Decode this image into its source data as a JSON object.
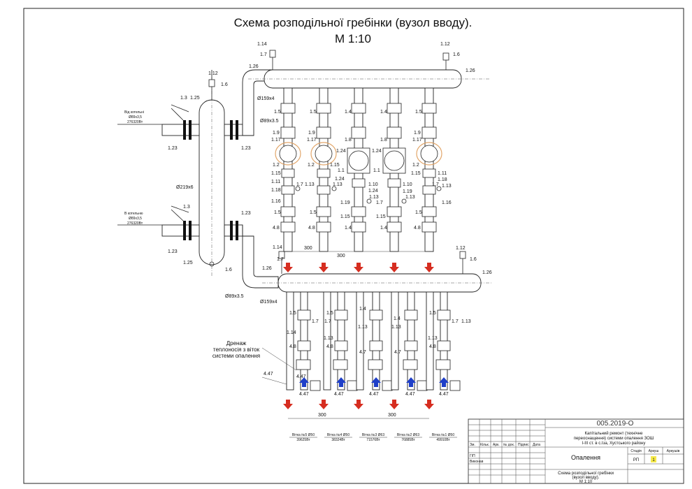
{
  "title": {
    "line1": "Схема розподільної гребінки (вузол вводу).",
    "line2": "М 1:10"
  },
  "labels": {
    "d159_top": "Ø159x4",
    "d159_bottom": "Ø159x4",
    "d219": "Ø219x6",
    "d89_top": "Ø89x3.5",
    "d89_bottom": "Ø89x3.5",
    "boiler_in_1": "Від котельні",
    "boiler_in_2": "Ø89x3,5",
    "boiler_in_3": "276320Вт",
    "boiler_out_1": "В котельню",
    "boiler_out_2": "Ø89x3,5",
    "boiler_out_3": "276320Вт",
    "drain_1": "Дренаж",
    "drain_2": "теплоносія з віток",
    "drain_3": "системи опалення",
    "dim_300": "300",
    "tag_114": "1.14",
    "tag_17": "1.7",
    "tag_112": "1.12",
    "tag_16": "1.6",
    "tag_126": "1.26",
    "tag_13": "1.3",
    "tag_125": "1.25",
    "tag_123": "1.23",
    "tag_15": "1.5",
    "tag_14": "1.4",
    "tag_19": "1.9",
    "tag_117": "1.17",
    "tag_18": "1.8",
    "tag_124": "1.24",
    "tag_12": "1.2",
    "tag_11": "1.1",
    "tag_115": "1.15",
    "tag_111": "1.11",
    "tag_118": "1.18",
    "tag_113": "1.13",
    "tag_110": "1.10",
    "tag_116": "1.16",
    "tag_119": "1.19",
    "tag_48": "4.8",
    "tag_47": "4.7",
    "tag_447": "4.47",
    "tag_15b": "1.5"
  },
  "branches": [
    {
      "name": "Вітка №5  Ø50",
      "power": "39625Вт"
    },
    {
      "name": "Вітка №4  Ø50",
      "power": "38324Вт"
    },
    {
      "name": "Вітка №3  Ø63",
      "power": "71576Вт"
    },
    {
      "name": "Вітка №2  Ø63",
      "power": "76885Вт"
    },
    {
      "name": "Вітка №1  Ø50",
      "power": "49910Вт"
    }
  ],
  "stamp": {
    "code": "005.2019-О",
    "project_1": "Капітальний ремонт (технічне",
    "project_2": "переоснащення) системи опалення ЗОШ",
    "project_3": "I-III ст. в с.Іза, Хустського району",
    "section": "Опалення",
    "drawing_1": "Схема розподільної гребінки",
    "drawing_2": "(вузол вводу).",
    "drawing_3": "М 1:10",
    "col_zm": "Зм.",
    "col_kilk": "Кільк.",
    "col_ark": "Арк.",
    "col_doc": "№ док.",
    "col_sign": "Підпис",
    "col_date": "Дата",
    "row_gip": "ГІП",
    "row_vykonav": "Виконав",
    "stage_hdr": "Стадія",
    "sheet_hdr": "Аркуш",
    "sheets_hdr": "Аркушів",
    "stage_val": "РП",
    "sheet_val": "1"
  },
  "colors": {
    "supply_arrow": "#d62d20",
    "return_arrow": "#1f3fc8",
    "pump_ring": "#e2a66a"
  }
}
